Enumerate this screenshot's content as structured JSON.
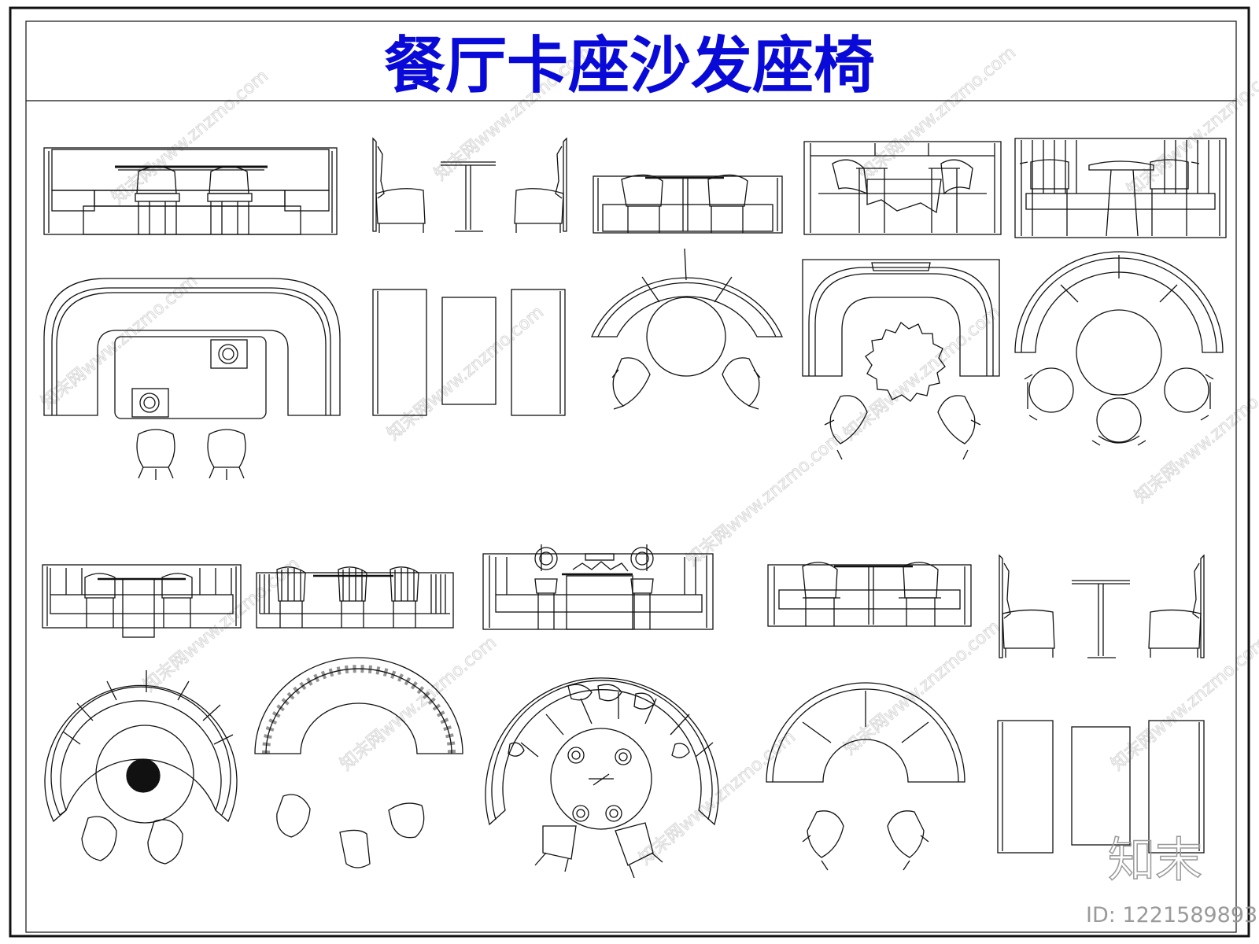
{
  "title": "餐厅卡座沙发座椅",
  "colors": {
    "title": "#0a0ad8",
    "line": "#111111",
    "watermark": "#d8d8d8",
    "logo": "#9a9a9a"
  },
  "watermark": {
    "site_text": "知末网www.znzmo.com",
    "logo_text": "知末",
    "id_text": "ID: 1221589893"
  },
  "blocks": [
    {
      "id": "elev-long-booth",
      "kind": "elevation"
    },
    {
      "id": "elev-side-booth-pair",
      "kind": "elevation"
    },
    {
      "id": "elev-booth-wood-chairs",
      "kind": "elevation"
    },
    {
      "id": "elev-high-back-booth",
      "kind": "elevation"
    },
    {
      "id": "elev-channel-booth",
      "kind": "elevation"
    },
    {
      "id": "plan-u-booth",
      "kind": "plan"
    },
    {
      "id": "plan-rect-booths",
      "kind": "plan"
    },
    {
      "id": "plan-semicircle-booth-1",
      "kind": "plan"
    },
    {
      "id": "plan-square-booth",
      "kind": "plan"
    },
    {
      "id": "plan-semicircle-booth-2",
      "kind": "plan"
    },
    {
      "id": "elev-booth-small",
      "kind": "elevation"
    },
    {
      "id": "elev-striped-chairs",
      "kind": "elevation"
    },
    {
      "id": "elev-hotpot-booth",
      "kind": "elevation"
    },
    {
      "id": "elev-booth-wood-chairs-2",
      "kind": "elevation"
    },
    {
      "id": "elev-side-booth-pair-2",
      "kind": "elevation"
    },
    {
      "id": "plan-round-booth-dark",
      "kind": "plan"
    },
    {
      "id": "plan-brick-semicircle",
      "kind": "plan"
    },
    {
      "id": "plan-hotpot-round",
      "kind": "plan"
    },
    {
      "id": "plan-semicircle-booth-3",
      "kind": "plan"
    },
    {
      "id": "plan-rect-booths-2",
      "kind": "plan"
    }
  ]
}
